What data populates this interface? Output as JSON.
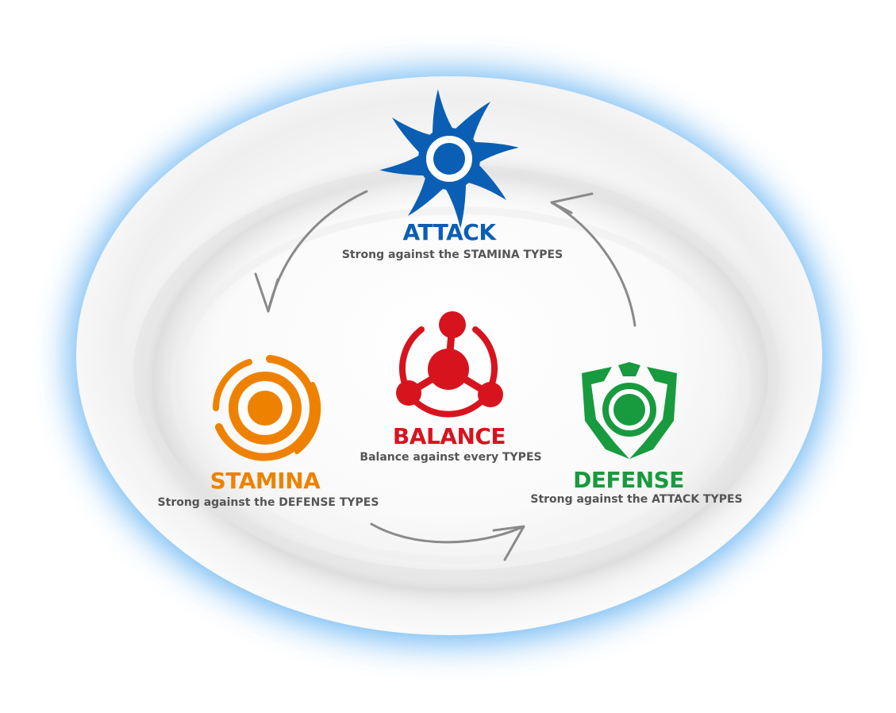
{
  "colors": {
    "attack": "#0a5fb4",
    "balance": "#d7141e",
    "stamina": "#ee8200",
    "defense": "#189a3e",
    "arrow": "#8a8a8a",
    "glow": "#4fa8f0",
    "description": "#555555"
  },
  "icons": {
    "attack": "vortex-icon",
    "balance": "atom-nodes-icon",
    "stamina": "spiral-ring-icon",
    "defense": "shield-icon",
    "arrows": "curved-arrow-icon"
  },
  "types": {
    "attack": {
      "title": "ATTACK",
      "description": "Strong against the STAMINA TYPES"
    },
    "balance": {
      "title": "BALANCE",
      "description": "Balance against every TYPES"
    },
    "stamina": {
      "title": "STAMINA",
      "description": "Strong against the DEFENSE TYPES"
    },
    "defense": {
      "title": "DEFENSE",
      "description": "Strong against the ATTACK TYPES"
    }
  }
}
